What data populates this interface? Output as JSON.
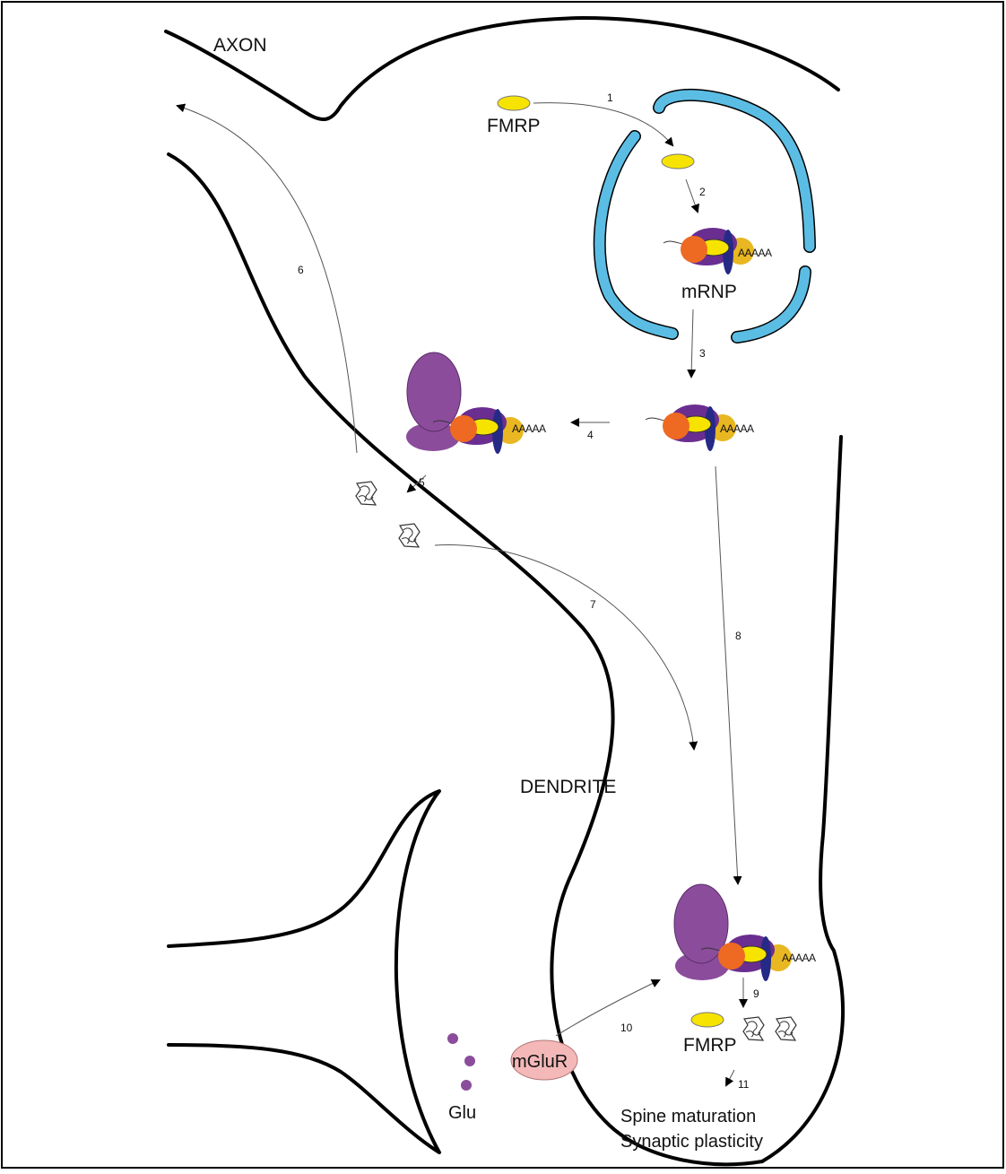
{
  "labels": {
    "axon": "AXON",
    "dendrite": "DENDRITE",
    "fmrp_top": "FMRP",
    "fmrp_bottom": "FMRP",
    "mrnp": "mRNP",
    "mglur": "mGluR",
    "glu": "Glu",
    "outcome_1": "Spine maturation",
    "outcome_2": "Synaptic plasticity"
  },
  "poly_a_tail": "AAAAA",
  "steps": [
    "1",
    "2",
    "3",
    "4",
    "5",
    "6",
    "7",
    "8",
    "9",
    "10",
    "11"
  ],
  "colors": {
    "nuclear_envelope": "#5bbde4",
    "fmrp": "#f6e400",
    "ribosome": "#8b4d9b",
    "complex_purple": "#6a2e90",
    "complex_orange": "#ee6a22",
    "complex_gold": "#e9b722",
    "complex_navy": "#252a87",
    "mglur": "#f4b8b8",
    "glu": "#8b4d9b"
  }
}
